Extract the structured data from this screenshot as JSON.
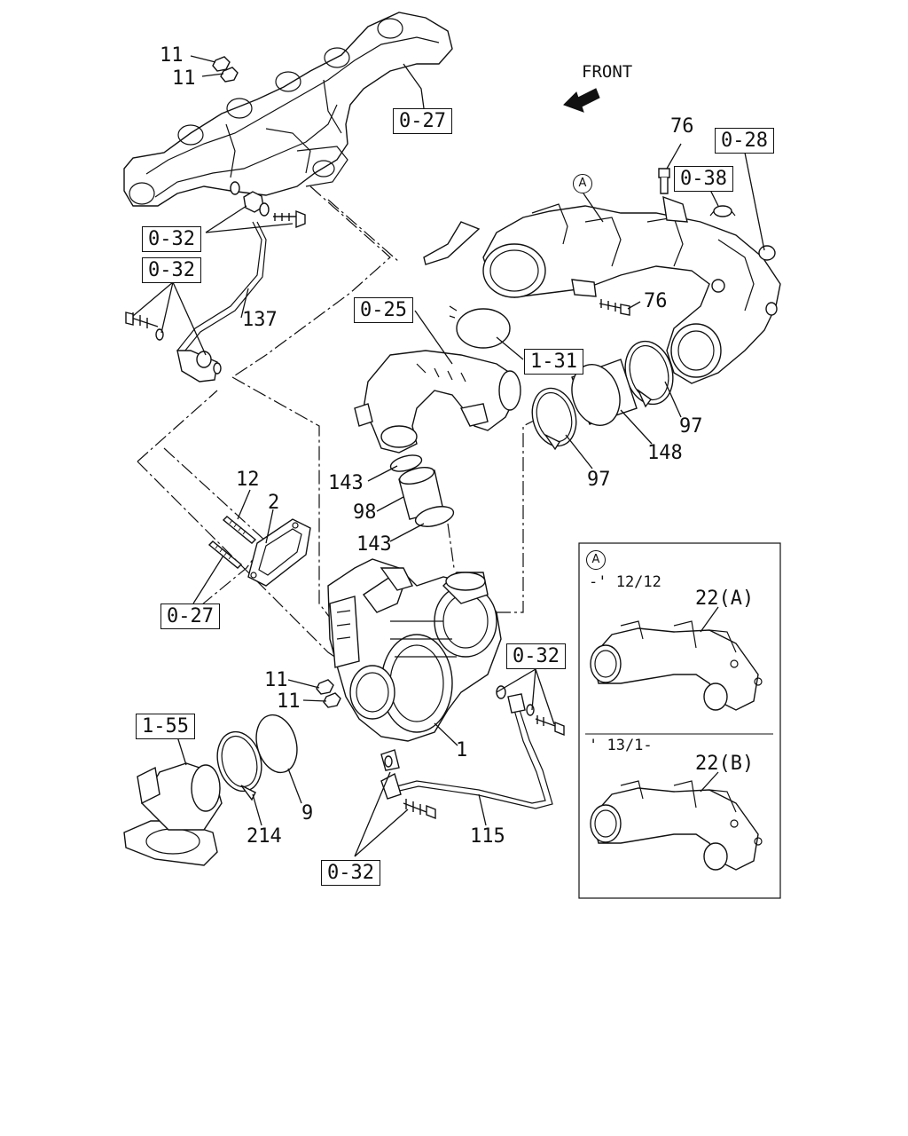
{
  "diagram": {
    "front_label": "FRONT",
    "part_numbers": {
      "p11_a": "11",
      "p11_b": "11",
      "p11_c": "11",
      "p11_d": "11",
      "p76_a": "76",
      "p76_b": "76",
      "p137": "137",
      "p97_a": "97",
      "p97_b": "97",
      "p148": "148",
      "p143_a": "143",
      "p143_b": "143",
      "p98": "98",
      "p12": "12",
      "p2": "2",
      "p1": "1",
      "p9": "9",
      "p214": "214",
      "p115": "115"
    },
    "ref_boxes": {
      "r027_a": "0-27",
      "r027_b": "0-27",
      "r028": "0-28",
      "r038": "0-38",
      "r032_a": "0-32",
      "r032_b": "0-32",
      "r032_c": "0-32",
      "r032_d": "0-32",
      "r025": "0-25",
      "r131": "1-31",
      "r155": "1-55"
    },
    "callout_a": "A",
    "inset": {
      "marker": "A",
      "variant_1": {
        "range": "-' 12/12",
        "part": "22(A)"
      },
      "variant_2": {
        "range": "' 13/1-",
        "part": "22(B)"
      }
    }
  },
  "colors": {
    "line": "#111111",
    "background": "#ffffff"
  }
}
